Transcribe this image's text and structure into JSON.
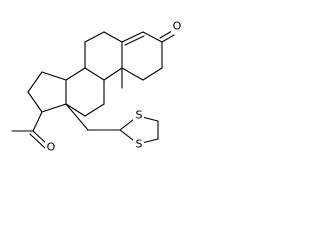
{
  "molecule": {
    "atom_labels": {
      "ketone_oxygen": "O",
      "acetyl_oxygen": "O",
      "sulfur_upper": "S",
      "sulfur_lower": "S"
    }
  }
}
